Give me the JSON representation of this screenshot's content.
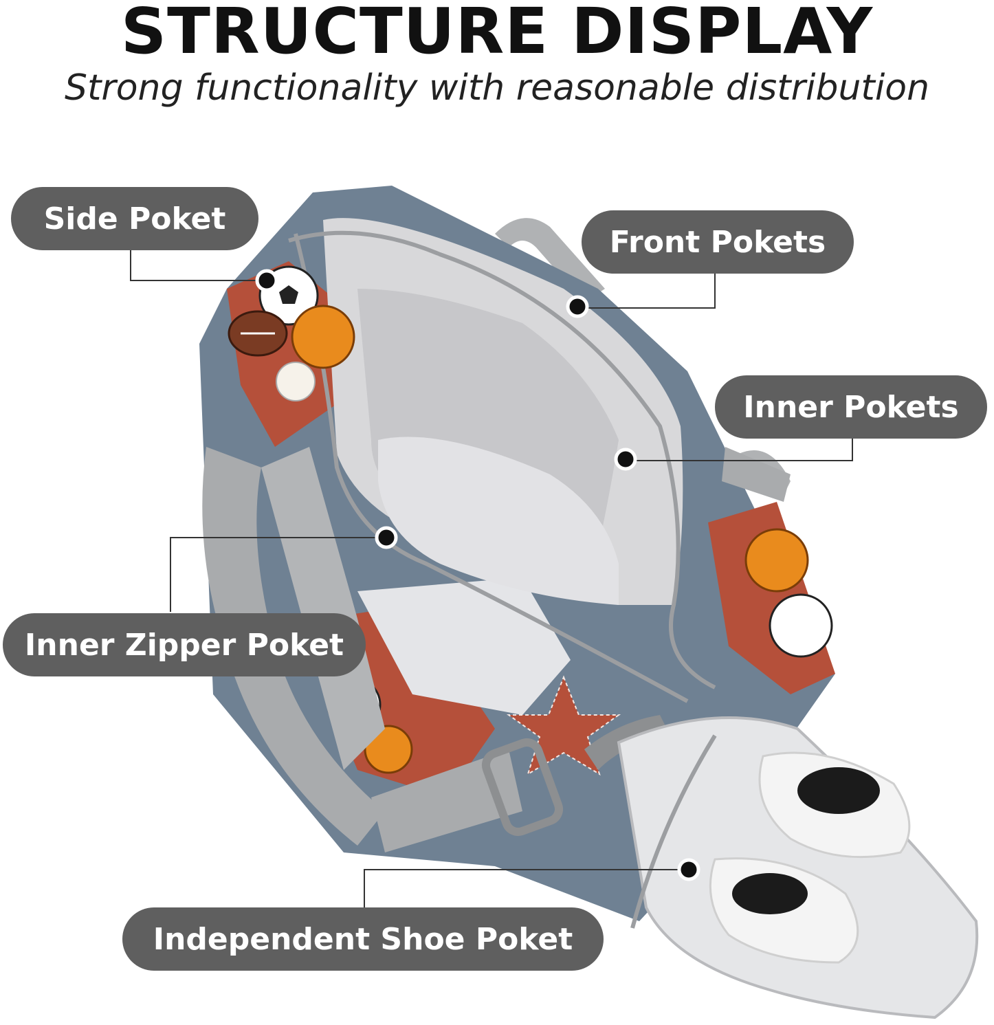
{
  "header": {
    "title": "STRUCTURE DISPLAY",
    "subtitle": "Strong functionality with reasonable distribution"
  },
  "labels": {
    "side": "Side Poket",
    "front": "Front Pokets",
    "inner": "Inner Pokets",
    "inner_zipper": "Inner Zipper Poket",
    "shoe": "Independent Shoe Poket"
  },
  "colors": {
    "label_bg": "#5f5f5f",
    "bag_blue": "#6f8193",
    "bag_red": "#b5503a",
    "lining": "#d8d8da",
    "strap": "#a9abad"
  }
}
